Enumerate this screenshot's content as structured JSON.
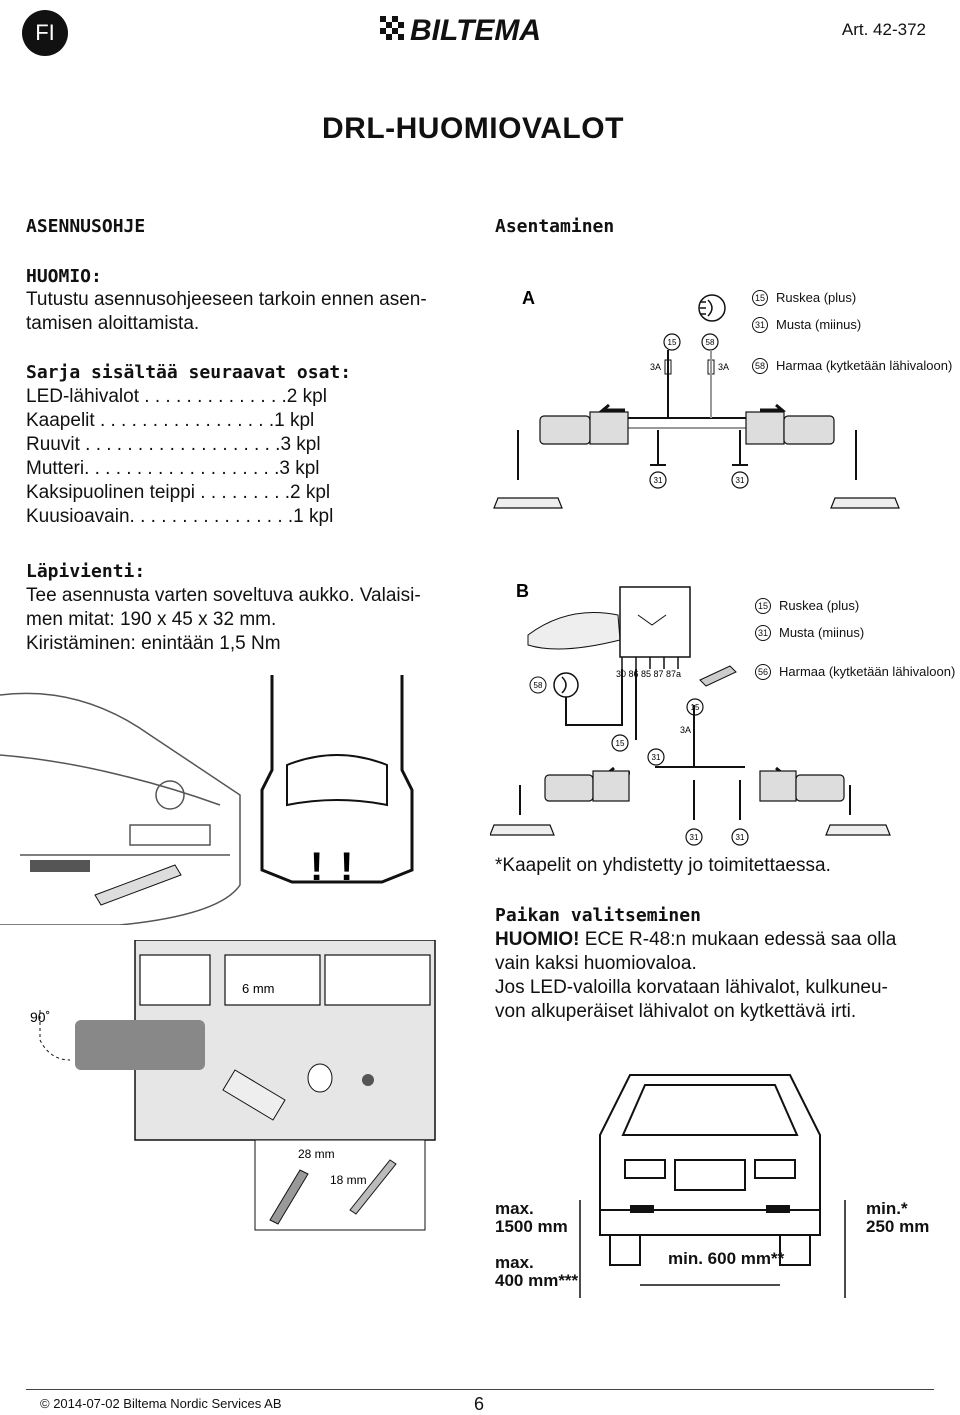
{
  "header": {
    "lang": "FI",
    "brand": "BILTEMA",
    "article": "Art. 42-372"
  },
  "title": "DRL-HUOMIOVALOT",
  "left": {
    "install_heading": "ASENNUSOHJE",
    "note_heading": "HUOMIO:",
    "note_lines": [
      "Tutustu asennusohjeeseen tarkoin ennen asen-",
      "tamisen aloittamista."
    ],
    "kit_heading": "Sarja sisältää seuraavat osat:",
    "kit_items": [
      "LED-lähivalot . . . . . . . . . . . . . .2 kpl",
      "Kaapelit . . . . . . . . . . . . . . . . .1 kpl",
      "Ruuvit . . . . . . . . . . . . . . . . . . .3 kpl",
      "Mutteri. . . . . . . . . . . . . . . . . . .3 kpl",
      "Kaksipuolinen teippi . . . . . . . . .2 kpl",
      "Kuusioavain. . . . . . . . . . . . . . . .1 kpl"
    ],
    "through_heading": "Läpivienti:",
    "through_lines": [
      "Tee asennusta varten soveltuva aukko. Valaisi-",
      "men mitat: 190 x 45 x 32 mm.",
      "Kiristäminen: enintään 1,5 Nm"
    ]
  },
  "right": {
    "mount_heading": "Asentaminen",
    "diagram_a": {
      "label": "A",
      "legend": [
        {
          "num": "15",
          "text": "Ruskea (plus)"
        },
        {
          "num": "31",
          "text": "Musta (miinus)"
        },
        {
          "num": "58",
          "text": "Harmaa (kytketään lähivaloon)"
        }
      ],
      "fuse_labels": [
        "3A",
        "3A"
      ],
      "terminals": [
        "15",
        "58",
        "31",
        "31"
      ]
    },
    "diagram_b": {
      "label": "B",
      "legend": [
        {
          "num": "15",
          "text": "Ruskea (plus)"
        },
        {
          "num": "31",
          "text": "Musta (miinus)"
        },
        {
          "num": "56",
          "text": "Harmaa (kytketään lähivaloon)"
        }
      ],
      "relay_pins": "30  86  85  87 87a",
      "fuse_label": "3A",
      "terminals": [
        "58",
        "15",
        "31",
        "15",
        "31",
        "31"
      ]
    },
    "precut_note": "*Kaapelit on yhdistetty jo toimitettaessa.",
    "placement_heading": "Paikan valitseminen",
    "placement_note_bold": "HUOMIO!",
    "placement_lines": [
      " ECE R-48:n mukaan edessä saa olla",
      "vain kaksi huomiovaloa.",
      "Jos LED-valoilla korvataan lähivalot, kulkuneu-",
      "von alkuperäiset lähivalot on kytkettävä irti."
    ]
  },
  "drill": {
    "angle": "90˚",
    "drill_size": "6 mm",
    "step_sizes": [
      "28 mm",
      "18 mm"
    ]
  },
  "car_dims": {
    "max_height": [
      "max.",
      "1500 mm"
    ],
    "min_height": [
      "min.*",
      "250 mm"
    ],
    "max_edge": [
      "max.",
      "400 mm***"
    ],
    "min_spacing": "min. 600 mm**"
  },
  "footer": {
    "copyright": "© 2014-07-02 Biltema Nordic Services AB",
    "page": "6"
  }
}
